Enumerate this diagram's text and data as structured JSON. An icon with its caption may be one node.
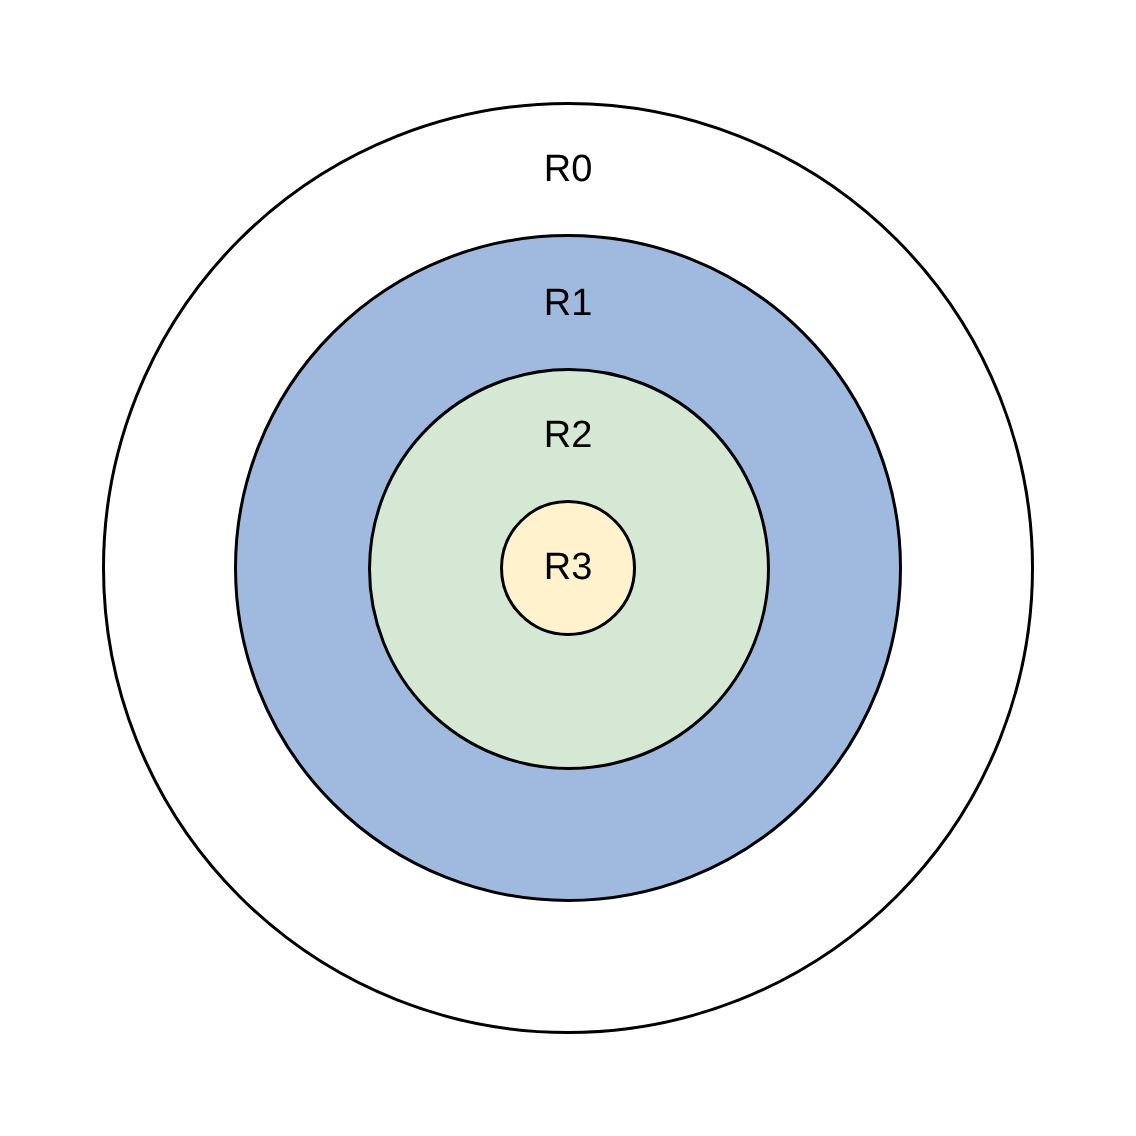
{
  "diagram": {
    "nodes": [
      {
        "text": [
          "R0"
        ]
      },
      {
        "text": [
          "R1"
        ],
        "in": 0
      },
      {
        "text": [
          "R2"
        ],
        "in": 1
      },
      {
        "text": [
          "R3"
        ],
        "in": 2
      }
    ]
  }
}
